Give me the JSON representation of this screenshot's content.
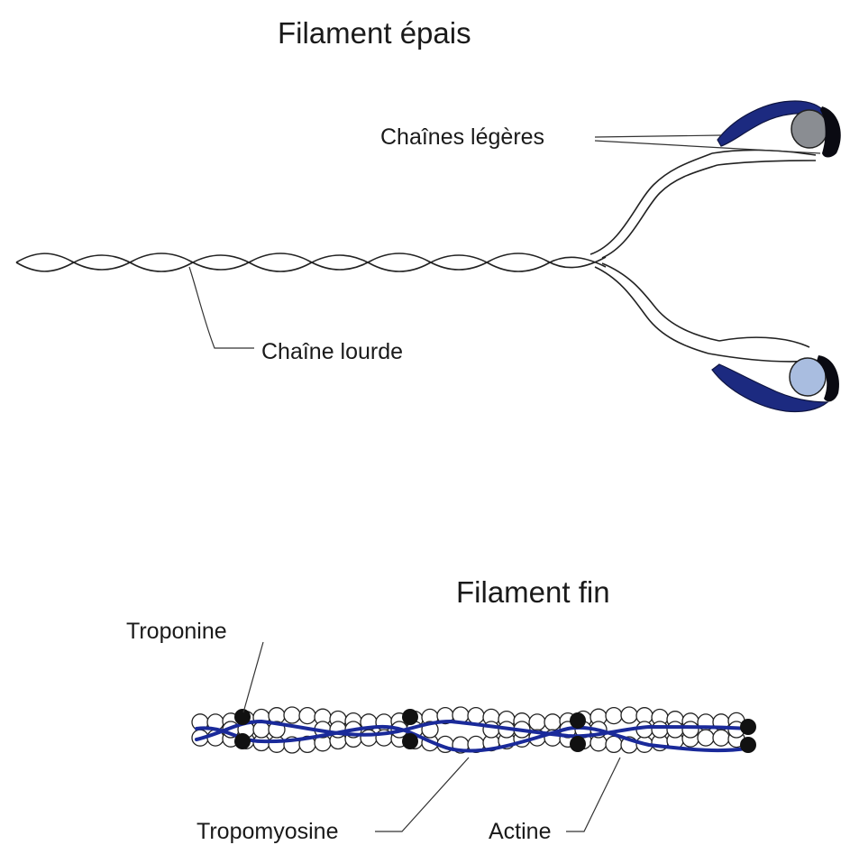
{
  "thick_filament": {
    "title": "Filament épais",
    "label_light_chains": "Chaînes légères",
    "label_heavy_chain": "Chaîne lourde"
  },
  "thin_filament": {
    "title": "Filament fin",
    "label_troponin": "Troponine",
    "label_tropomyosin": "Tropomyosine",
    "label_actin": "Actine"
  },
  "colors": {
    "light_chain": "#1c2a80",
    "tropomyosin": "#1a2a9a",
    "myosin_head_upper": "#8a8d92",
    "myosin_head_lower": "#a9bde0",
    "troponin": "#111111",
    "outline": "#222222"
  }
}
